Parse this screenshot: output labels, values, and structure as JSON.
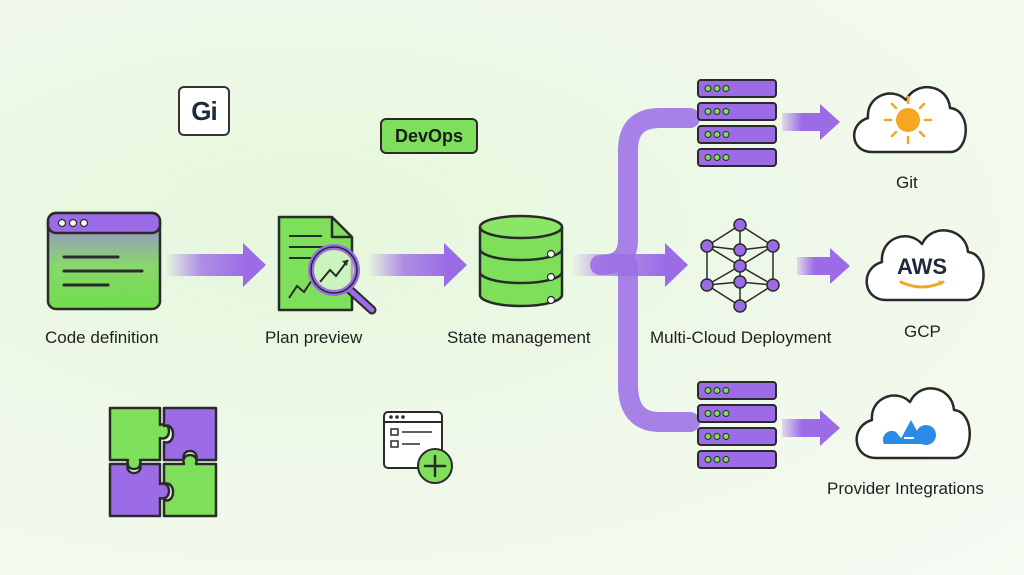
{
  "badges": {
    "devops": "DevOps",
    "gi": "Gi",
    "aws": "AWS"
  },
  "stages": {
    "code": "Code definition",
    "plan": "Plan preview",
    "state": "State management",
    "multi": "Multi-Cloud Deployment"
  },
  "providers": {
    "git": "Git",
    "gcp": "GCP",
    "integrations": "Provider Integrations"
  },
  "colors": {
    "purple": "#9b6ce6",
    "green": "#7ee05a",
    "orange": "#f5a623",
    "blue": "#2b8be6",
    "ink": "#2a2a2a"
  }
}
